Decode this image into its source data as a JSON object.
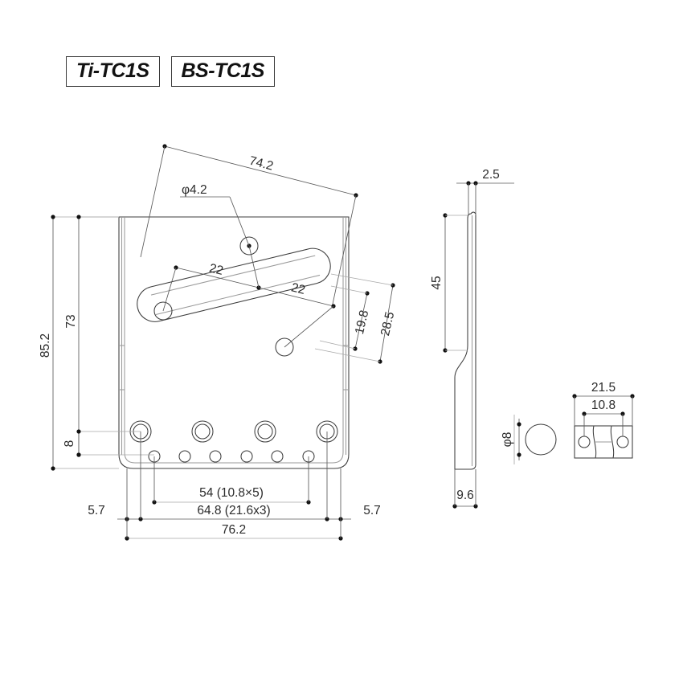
{
  "title_badges": [
    {
      "label": "Ti-TC1S"
    },
    {
      "label": "BS-TC1S"
    }
  ],
  "drawing": {
    "description": "Telecaster-style guitar bridge plate technical drawing with top view, side view and saddle detail",
    "views": {
      "top_view": {
        "name": "bridge-plate-top-view",
        "dimensions": {
          "overall_height": "85.2",
          "plate_height": "73",
          "hole_row_offset": "8",
          "pickup_slot_length": "74.2",
          "pickup_hole_dia": "φ4.2",
          "slot_pitch_1": "22",
          "slot_pitch_2": "22",
          "slot_offset_inner": "19.8",
          "slot_offset_outer": "28.5",
          "string_hole_span": "54 (10.8×5)",
          "screw_hole_span": "64.8 (21.6x3)",
          "overall_width": "76.2",
          "edge_margin_left": "5.7",
          "edge_margin_right": "5.7"
        }
      },
      "side_view": {
        "name": "bridge-plate-side-view",
        "dimensions": {
          "plate_thickness": "2.5",
          "flat_height": "45",
          "base_width": "9.6"
        }
      },
      "saddle_end_view": {
        "name": "saddle-end-view",
        "dimensions": {
          "saddle_diameter": "φ8"
        }
      },
      "saddle_top_view": {
        "name": "saddle-top-view",
        "dimensions": {
          "saddle_width": "21.5",
          "saddle_screw_pitch": "10.8"
        }
      }
    }
  },
  "colors": {
    "background": "#ffffff",
    "object_line": "#3c3c3c",
    "object_line_light": "#9a9a9a",
    "dimension_line": "#5a5a5a",
    "text": "#2b2b2b",
    "badge_border": "#3a3a3a"
  }
}
